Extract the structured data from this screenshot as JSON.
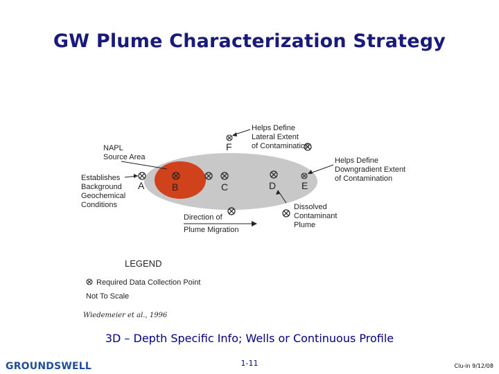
{
  "slide": {
    "title": "GW Plume Characterization Strategy",
    "citation": "Wiedemeier et al., 1996",
    "subtitle": "3D – Depth Specific Info; Wells or Continuous Profile",
    "logo": "GROUNDSWELL",
    "page_number": "1-11",
    "footer_right": "Clu-in 9/12/08"
  },
  "diagram": {
    "point_labels": [
      "A",
      "B",
      "C",
      "D",
      "E",
      "F"
    ],
    "napl_label": [
      "NAPL",
      "Source Area"
    ],
    "background_label": [
      "Establishes",
      "Background",
      "Geochemical",
      "Conditions"
    ],
    "lateral_label": [
      "Helps Define",
      "Lateral Extent",
      "of Contamination"
    ],
    "downgradient_label": [
      "Helps Define",
      "Downgradient Extent",
      "of Contamination"
    ],
    "plume_label": [
      "Dissolved",
      "Contaminant",
      "Plume"
    ],
    "direction_label": [
      "Direction of",
      "Plume Migration"
    ],
    "legend_title": "LEGEND",
    "legend_item": "Required Data Collection Point",
    "scale_note": "Not To Scale",
    "colors": {
      "plume": "#c8c8c8",
      "source": "#d0421b",
      "text": "#222222",
      "title": "#1a1a7a"
    }
  }
}
